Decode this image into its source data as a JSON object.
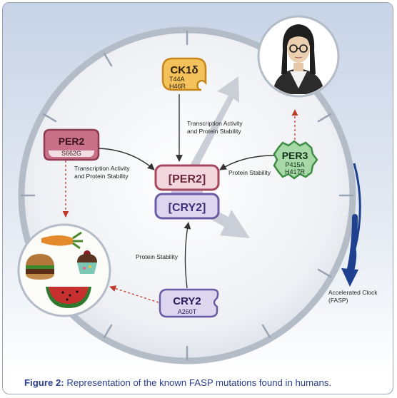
{
  "caption": {
    "label": "Figure 2:",
    "text": "Representation of the known FASP mutations found in humans."
  },
  "ck1d": {
    "name": "CK1δ",
    "mutations": [
      "T44A",
      "H46R"
    ]
  },
  "per2_mut": {
    "name": "PER2",
    "mutations": [
      "S662G"
    ]
  },
  "per3": {
    "name": "PER3",
    "mutations": [
      "P415A",
      "H417R"
    ]
  },
  "cry2_mut": {
    "name": "CRY2",
    "mutations": [
      "A260T"
    ]
  },
  "complex": {
    "per2": "[PER2]",
    "cry2": "[CRY2]"
  },
  "labels": {
    "ck1d_effect": [
      "Transcription Activity",
      "and Protein Stability"
    ],
    "per2_effect": [
      "Transcription Activity",
      "and Protein Stability"
    ],
    "per3_effect": "Protein Stability",
    "cry2_effect": "Protein Stability",
    "clock": [
      "Accelerated Clock",
      "(FASP)"
    ]
  },
  "colors": {
    "ck1d": "#e8a52a",
    "per2": "#a5475d",
    "per3": "#5dac63",
    "cry2": "#6b5aa6",
    "clock_arrow": "#1f3f8f",
    "caption": "#2a3f8f"
  },
  "icons": [
    "person-icon",
    "food-icon"
  ]
}
